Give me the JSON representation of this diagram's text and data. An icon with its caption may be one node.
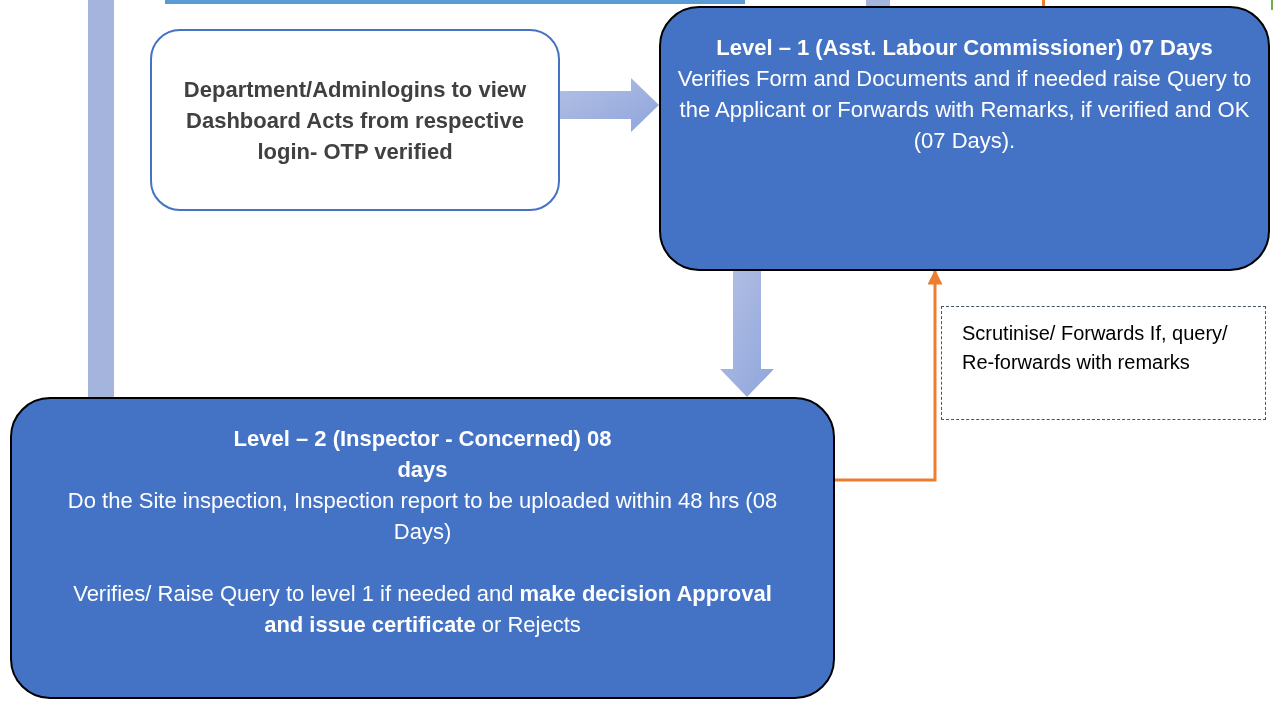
{
  "diagram": {
    "nodes": [
      {
        "text": [
          "Department/Adminlogins to view Dashboard Acts from respective login- OTP verified"
        ]
      },
      {
        "text": [
          "Level – 1 (Asst. Labour Commissioner) 07 Days",
          "Verifies Form and Documents and if needed raise Query to the Applicant or Forwards with Remarks, if verified and OK (07 Days)."
        ]
      },
      {
        "text": [
          "Level – 2 (Inspector - Concerned) 08 days",
          "Do the Site inspection, Inspection report to be uploaded within 48 hrs (08 Days)",
          "Verifies/ Raise Query to level 1 if needed and **make decision Approval and issue certificate** or Rejects"
        ]
      },
      {
        "text": [
          "Scrutinise/ Forwards If, query/ Re-forwards with remarks"
        ]
      }
    ],
    "edges": [
      {
        "from": 0,
        "to": 1,
        "arrow": "to",
        "style": "thick"
      },
      {
        "from": 1,
        "to": 2,
        "arrow": "to",
        "style": "thick"
      },
      {
        "from": 2,
        "to": 1,
        "arrow": "to",
        "color": "#ed7d31"
      },
      {
        "from": null,
        "to": 2,
        "arrow": "none",
        "style": "thick",
        "color": "#a5b4dd"
      }
    ]
  }
}
